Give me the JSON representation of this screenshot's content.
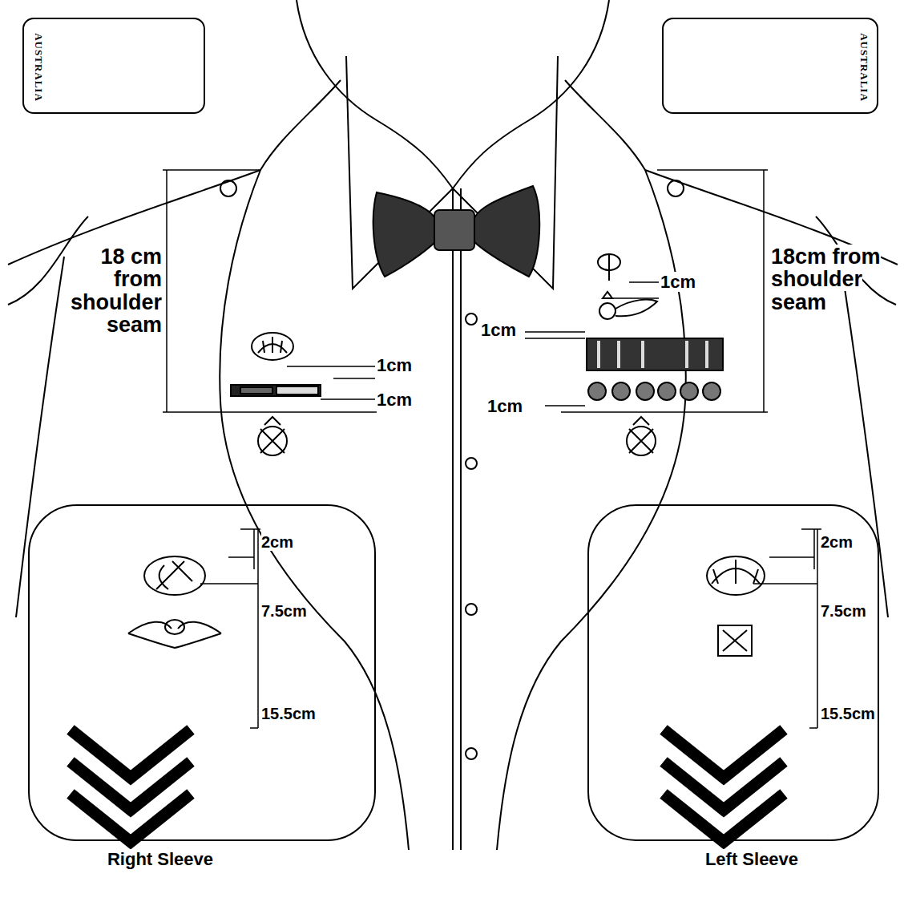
{
  "diagram": {
    "nodes": [
      {
        "text": [
          "AUSTRALIA"
        ]
      },
      {
        "text": [
          "AUSTRALIA"
        ]
      }
    ],
    "labels": [
      "18 cm from shoulder seam",
      "1cm",
      "1cm",
      "1cm",
      "1cm",
      "1cm",
      "18cm from shoulder seam",
      "2cm",
      "7.5cm",
      "15.5cm",
      "2cm",
      "7.5cm",
      "15.5cm",
      "Right Sleeve",
      "Left Sleeve"
    ]
  }
}
